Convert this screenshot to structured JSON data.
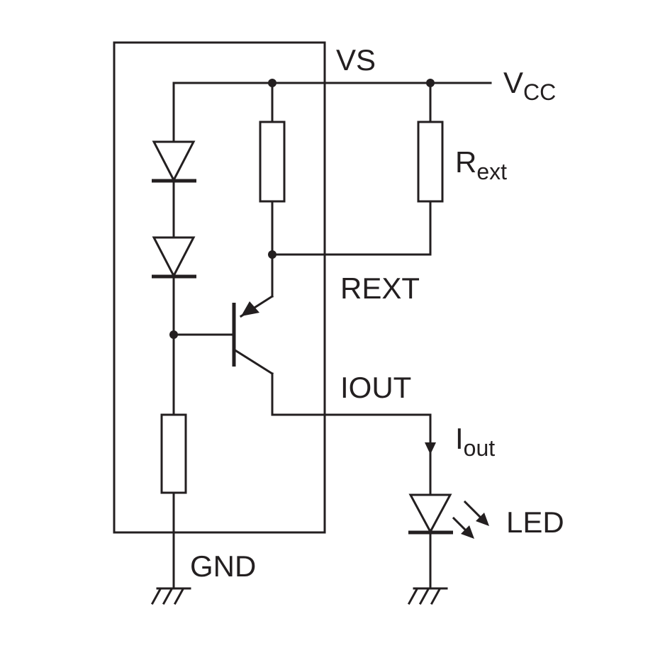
{
  "labels": {
    "vs_pin": "VS",
    "vcc_main": "V",
    "vcc_sub": "CC",
    "rext_main": "R",
    "rext_sub": "ext",
    "rext_pin": "REXT",
    "iout_pin": "IOUT",
    "iout_current_main": "I",
    "iout_current_sub": "out",
    "led": "LED",
    "gnd_pin": "GND"
  },
  "colors": {
    "line": "#231f20",
    "background": "#ffffff"
  }
}
